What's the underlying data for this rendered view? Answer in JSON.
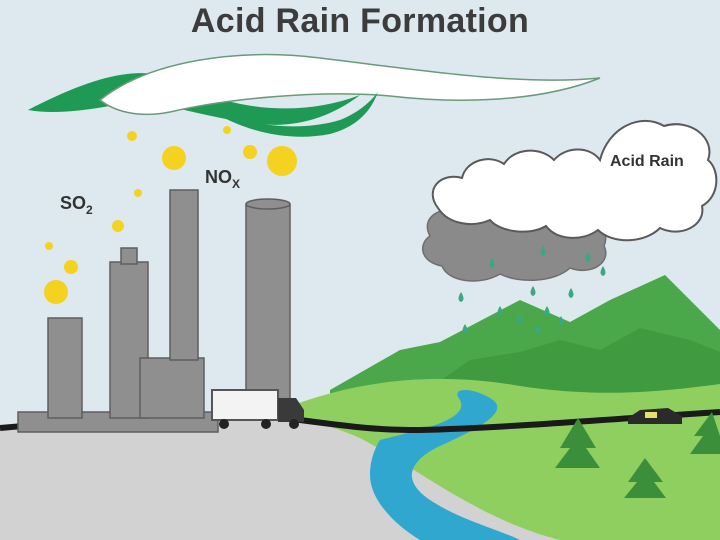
{
  "title": "Acid Rain Formation",
  "labels": {
    "so2": "SO",
    "so2_sub": "2",
    "nox": "NO",
    "nox_sub": "X",
    "cloud": "Acid Rain"
  },
  "colors": {
    "sky": "#dde9ee",
    "ground": "#d2d2d2",
    "factory": "#8f8f8f",
    "pollutant": "#f4d21f",
    "mountain": "#4aa84a",
    "hill": "#8fcf60",
    "river": "#2fa7cf",
    "raindrop": "#3aa880",
    "plume_green": "#1f9a55"
  }
}
